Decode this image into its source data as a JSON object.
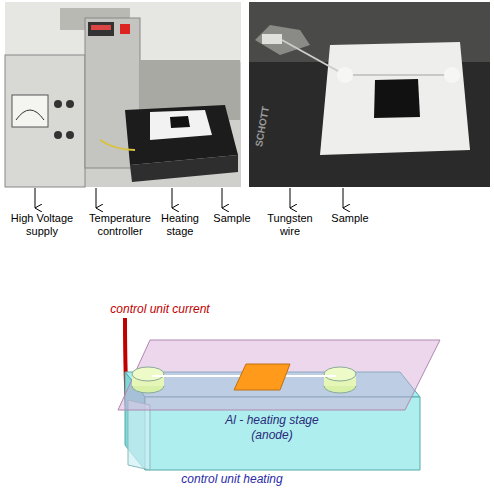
{
  "diagram": {
    "nodes": [
      {
        "text": [
          "Al - heating stage (anode)"
        ]
      }
    ],
    "labels": [
      "High Voltage supply",
      "Temperature controller",
      "Heating stage",
      "Sample",
      "Tungsten wire",
      "Sample",
      "control unit current",
      "control unit heating",
      "SCHOTT"
    ]
  }
}
